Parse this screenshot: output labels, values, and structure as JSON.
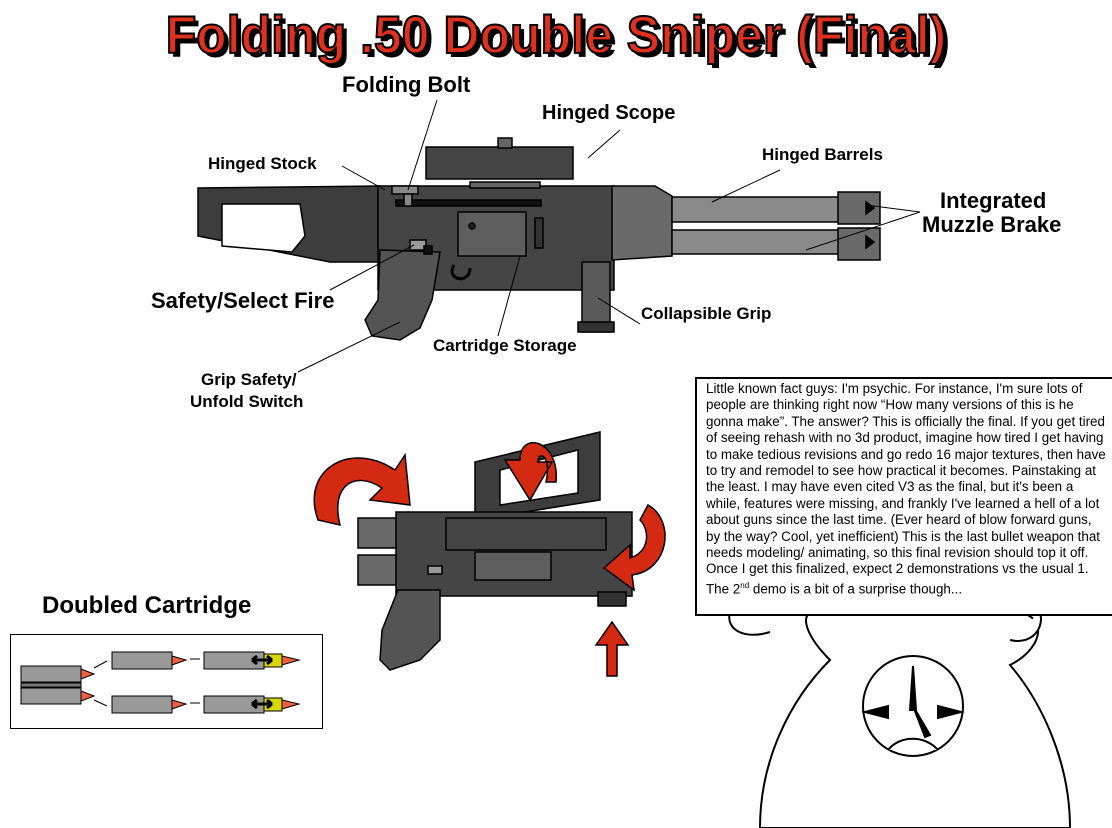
{
  "title": "Folding .50 Double Sniper (Final)",
  "labels": {
    "folding_bolt": "Folding Bolt",
    "hinged_scope": "Hinged Scope",
    "hinged_stock": "Hinged Stock",
    "hinged_barrels": "Hinged Barrels",
    "integrated_muzzle_brake_1": "Integrated",
    "integrated_muzzle_brake_2": "Muzzle Brake",
    "safety_select_fire": "Safety/Select Fire",
    "collapsible_grip": "Collapsible Grip",
    "cartridge_storage": "Cartridge Storage",
    "grip_safety_1": "Grip Safety/",
    "grip_safety_2": "Unfold Switch",
    "doubled_cartridge": "Doubled Cartridge"
  },
  "note": {
    "text": "Little known fact guys: I'm psychic. For instance, I'm sure lots of people are thinking right now “How many versions of this is he gonna make”. The answer? This is officially the final. If you get tired of seeing rehash with no 3d product, imagine how tired I get having to make tedious revisions and go redo 16 major textures, then have to try and remodel to see how practical it becomes. Painstaking at the least. I may have even cited V3 as the final, but it's been a while, features were missing, and frankly I've learned a hell of a lot about guns since the last time. (Ever heard of blow forward guns, by the way? Cool, yet inefficient) This is the last bullet weapon that needs modeling/ animating, so this final revision should top it off. Once I get this finalized, expect 2 demonstrations vs the usual 1. The 2",
    "superscript": "nd",
    "text_end": " demo is a bit of a surprise though..."
  },
  "colors": {
    "title_red": "#e0301e",
    "gun_dark": "#3a3a3a",
    "gun_mid": "#5a5a5a",
    "barrel": "#8a8a8a",
    "arrow_red": "#d42a12",
    "bullet_tip": "#f06040",
    "casing_yellow": "#d8d800"
  }
}
